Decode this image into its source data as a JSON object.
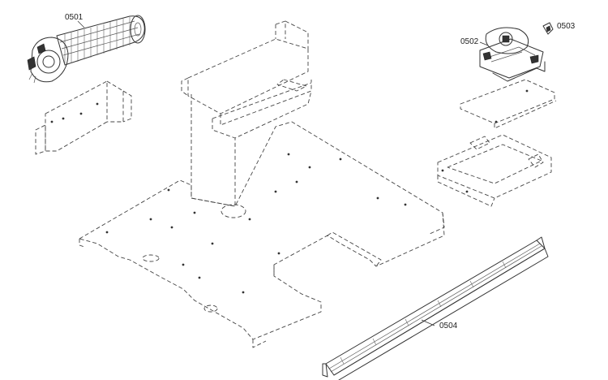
{
  "parts": [
    {
      "id": "fan",
      "label": "0501"
    },
    {
      "id": "motor-assembly",
      "label": "0502"
    },
    {
      "id": "small-clip",
      "label": "0503"
    },
    {
      "id": "long-rail",
      "label": "0504"
    }
  ]
}
